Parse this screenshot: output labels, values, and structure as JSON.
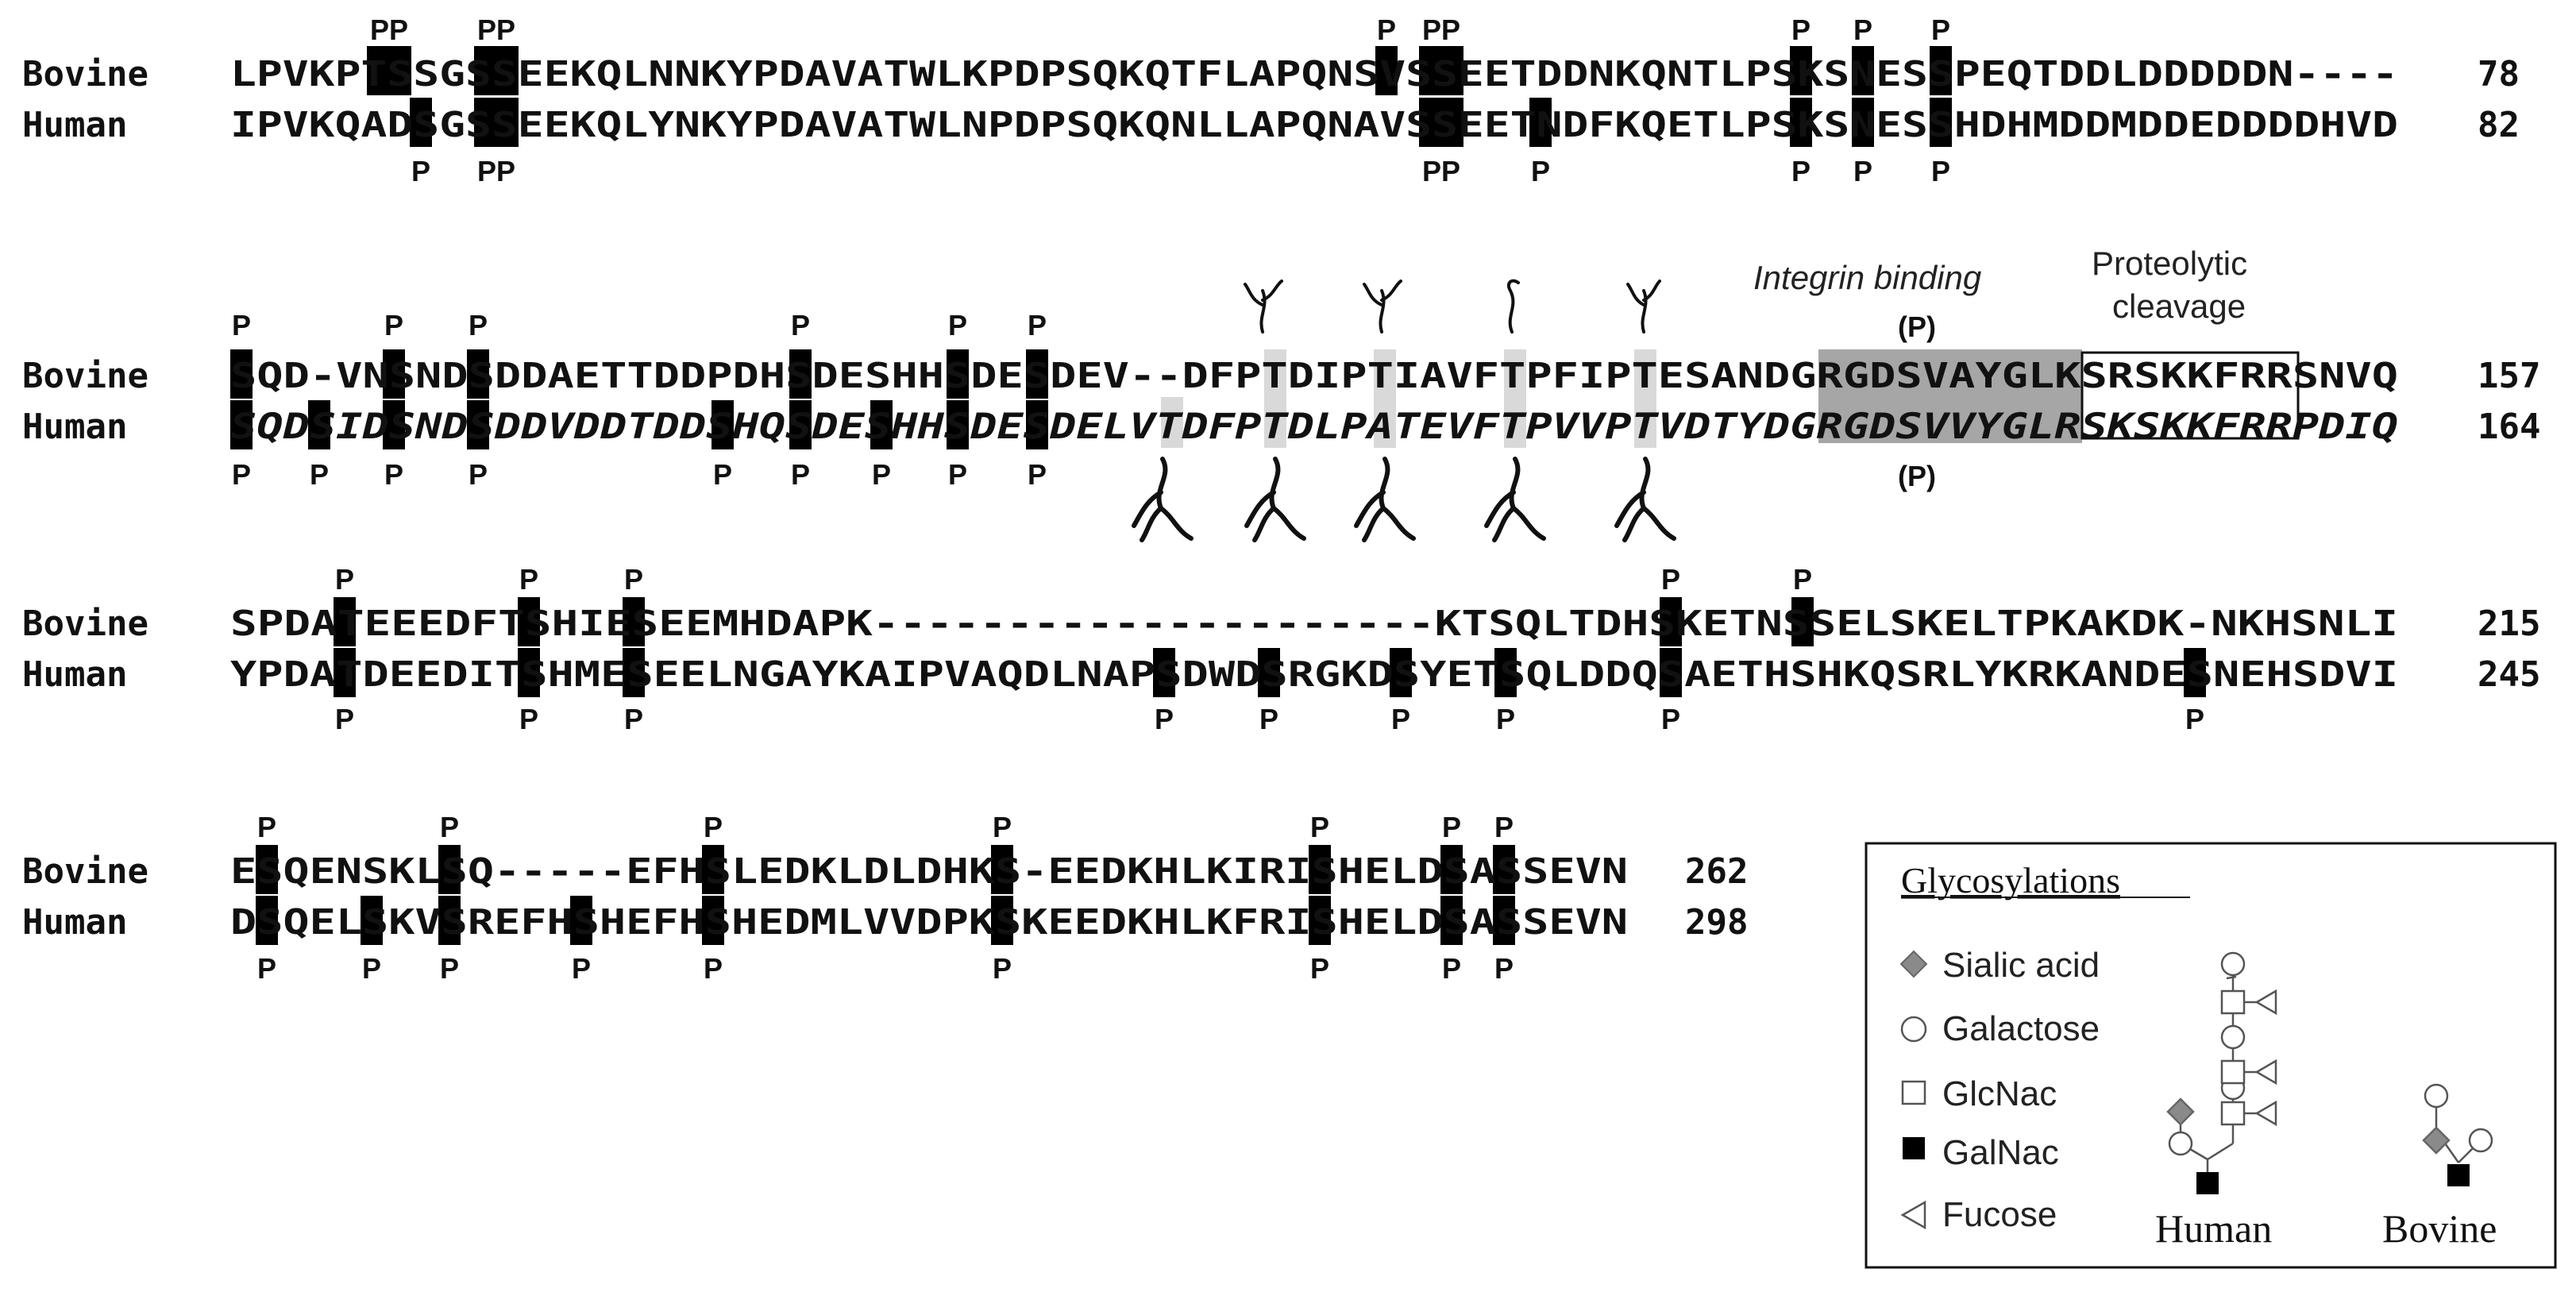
{
  "labels": {
    "bovine": "Bovine",
    "human": "Human"
  },
  "blocks": [
    {
      "bovine": {
        "seq": "LPVKPTSSGSSEEKQLNNKYPDAVATWLKPDPSQKQTFLAPQNSVSSEETDDNKQNTLPSKSNESSPEQTDDLDDDDDN----",
        "num": "78",
        "p": [
          "PP",
          "PP",
          "P",
          "PP",
          "P",
          "P",
          "P"
        ]
      },
      "human": {
        "seq": "IPVKQADSGSSEEKQLYNKYPDAVATWLNPDPSQKQNLLAPQNAVSSEETNDFKQETLPSKSNESSHDHMDDMDDEDDDDHVD",
        "num": "82",
        "p": [
          "P",
          "PP",
          "PP",
          "P",
          "P",
          "P",
          "P"
        ]
      }
    },
    {
      "bovine": {
        "seq": "SQD-VNSNDSDDAETTDDPDHSDESHHSDESDEV--DFPTDIPTIAVFTPFIPTESANDGRGDSVAYGLKSRSKKFRRSNVQ",
        "num": "157",
        "p": [
          "P",
          "P",
          "P",
          "P",
          "P",
          "P",
          "(P)"
        ]
      },
      "human": {
        "seq": "SQDSIDSNDSDDVDDTDDSHQSDESHHSDESDELVTDFPTDLPATEVFTPVVPTVDTYDGRGDSVVYGLRSKSKKFRRPDIQ",
        "num": "164",
        "p": [
          "P",
          "P",
          "P",
          "P",
          "P",
          "P",
          "P",
          "P",
          "P",
          "(P)"
        ]
      }
    },
    {
      "bovine": {
        "seq": "SPDATEEEDFTSHIESEEMHDAPK---------------------KTSQLTDHSKETNSSELSKELTPKAKDK-NKHSNLI",
        "num": "215",
        "p": [
          "P",
          "P",
          "P",
          "P",
          "P"
        ]
      },
      "human": {
        "seq": "YPDATDEEDITSHMESEELNGAYKAIPVAQDLNAPSDWDSRGKDSYETSQLDDQSAETHSHKQSRLYKRKANDESNEHSDVI",
        "num": "245",
        "p": [
          "P",
          "P",
          "P",
          "P",
          "P",
          "P",
          "P",
          "P",
          "P"
        ]
      }
    },
    {
      "bovine": {
        "seq": "ESQENSKLSQ-----EFHSLEDKLDLDHKS-EEDKHLKIRISHELDSASSEVN",
        "num": "262",
        "p": [
          "P",
          "P",
          "P",
          "P",
          "P",
          "P",
          "P"
        ]
      },
      "human": {
        "seq": "DSQELSKVSREFHSHEFHSHEDMLVVDPKSKEEDKHLKFRISHELDSASSEVN",
        "num": "298",
        "p": [
          "P",
          "P",
          "P",
          "P",
          "P",
          "P",
          "P",
          "P",
          "P"
        ]
      }
    }
  ],
  "annotations": {
    "integrin": "Integrin binding",
    "proteolytic_1": "Proteolytic",
    "proteolytic_2": "cleavage"
  },
  "legend": {
    "title": "Glycosylations",
    "items": [
      {
        "icon": "sialic-acid-diamond",
        "label": "Sialic acid",
        "color": "#8a8a8a"
      },
      {
        "icon": "galactose-circle",
        "label": "Galactose",
        "color": "#ffffff"
      },
      {
        "icon": "glcnac-square",
        "label": "GlcNac",
        "color": "#ffffff"
      },
      {
        "icon": "galnac-filled-square",
        "label": "GalNac",
        "color": "#000000"
      },
      {
        "icon": "fucose-triangle",
        "label": "Fucose",
        "color": "#ffffff"
      }
    ],
    "species_human": "Human",
    "species_bovine": "Bovine"
  },
  "colors": {
    "highlight": "#000000",
    "integrin_shade": "#a6a6a6",
    "glyco_shade": "#d9d9d9"
  }
}
